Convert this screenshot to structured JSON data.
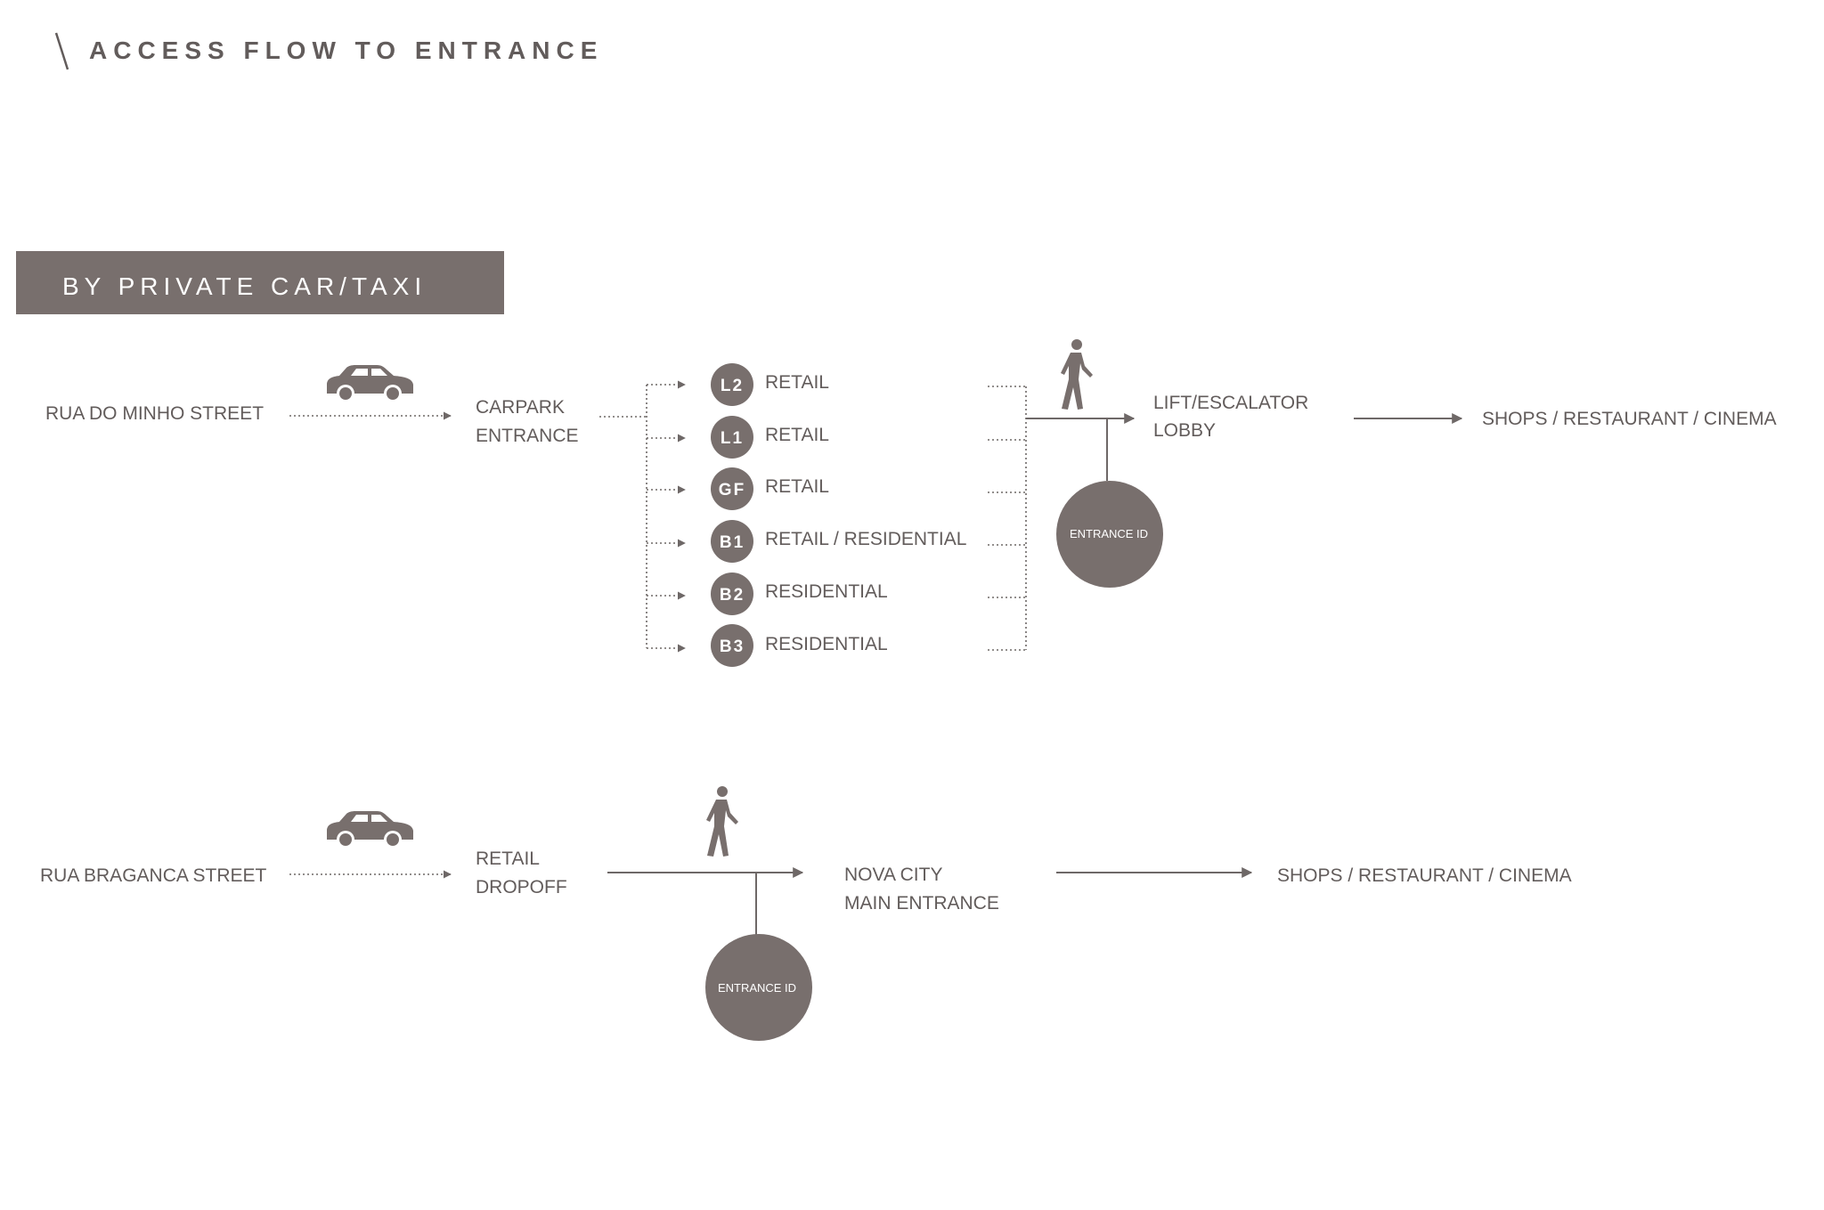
{
  "title": "ACCESS FLOW TO ENTRANCE",
  "banner": "BY PRIVATE CAR/TAXI",
  "route1": {
    "origin": "RUA DO MINHO STREET",
    "carpark_line1": "CARPARK",
    "carpark_line2": "ENTRANCE",
    "levels": [
      {
        "badge": "L2",
        "label": "RETAIL"
      },
      {
        "badge": "L1",
        "label": "RETAIL"
      },
      {
        "badge": "GF",
        "label": "RETAIL"
      },
      {
        "badge": "B1",
        "label": "RETAIL / RESIDENTIAL"
      },
      {
        "badge": "B2",
        "label": "RESIDENTIAL"
      },
      {
        "badge": "B3",
        "label": "RESIDENTIAL"
      }
    ],
    "lobby_line1": "LIFT/ESCALATOR",
    "lobby_line2": "LOBBY",
    "entrance_id": "ENTRANCE ID",
    "destination": "SHOPS / RESTAURANT / CINEMA"
  },
  "route2": {
    "origin": "RUA BRAGANCA STREET",
    "dropoff_line1": "RETAIL",
    "dropoff_line2": "DROPOFF",
    "entrance_line1": "NOVA CITY",
    "entrance_line2": "MAIN ENTRANCE",
    "entrance_id": "ENTRANCE ID",
    "destination": "SHOPS / RESTAURANT / CINEMA"
  },
  "icons": [
    "car-icon",
    "pedestrian-icon"
  ],
  "colors": {
    "primary": "#786f6d",
    "text": "#625c5b"
  }
}
